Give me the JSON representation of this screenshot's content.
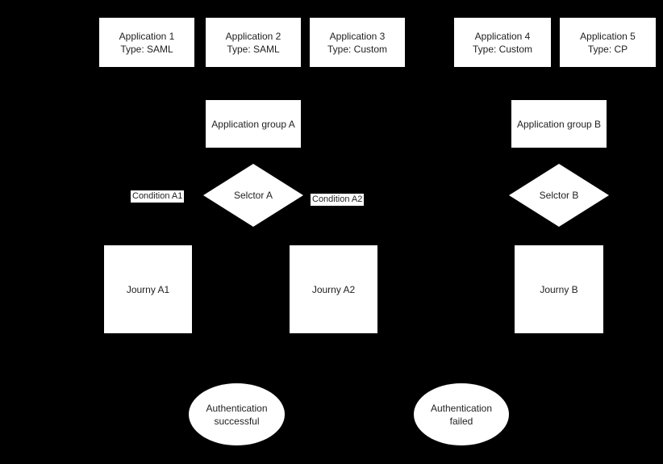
{
  "canvas": {
    "background_color": "#000000",
    "node_fill_color": "#ffffff",
    "text_color": "#1f1f1f"
  },
  "applications": [
    {
      "name": "Application 1",
      "type": "Type: SAML"
    },
    {
      "name": "Application 2",
      "type": "Type: SAML"
    },
    {
      "name": "Application 3",
      "type": "Type: Custom"
    },
    {
      "name": "Application 4",
      "type": "Type: Custom"
    },
    {
      "name": "Application 5",
      "type": "Type: CP"
    }
  ],
  "groups": [
    {
      "label": "Application group A"
    },
    {
      "label": "Application group B"
    }
  ],
  "selectors": [
    {
      "label": "Selctor A"
    },
    {
      "label": "Selctor B"
    }
  ],
  "conditions": [
    {
      "label": "Condition A1"
    },
    {
      "label": "Condition A2"
    }
  ],
  "journeys": [
    {
      "label": "Journy A1"
    },
    {
      "label": "Journy A2"
    },
    {
      "label": "Journy B"
    }
  ],
  "outcomes": [
    {
      "label": "Authentication successful"
    },
    {
      "label": "Authentication failed"
    }
  ]
}
